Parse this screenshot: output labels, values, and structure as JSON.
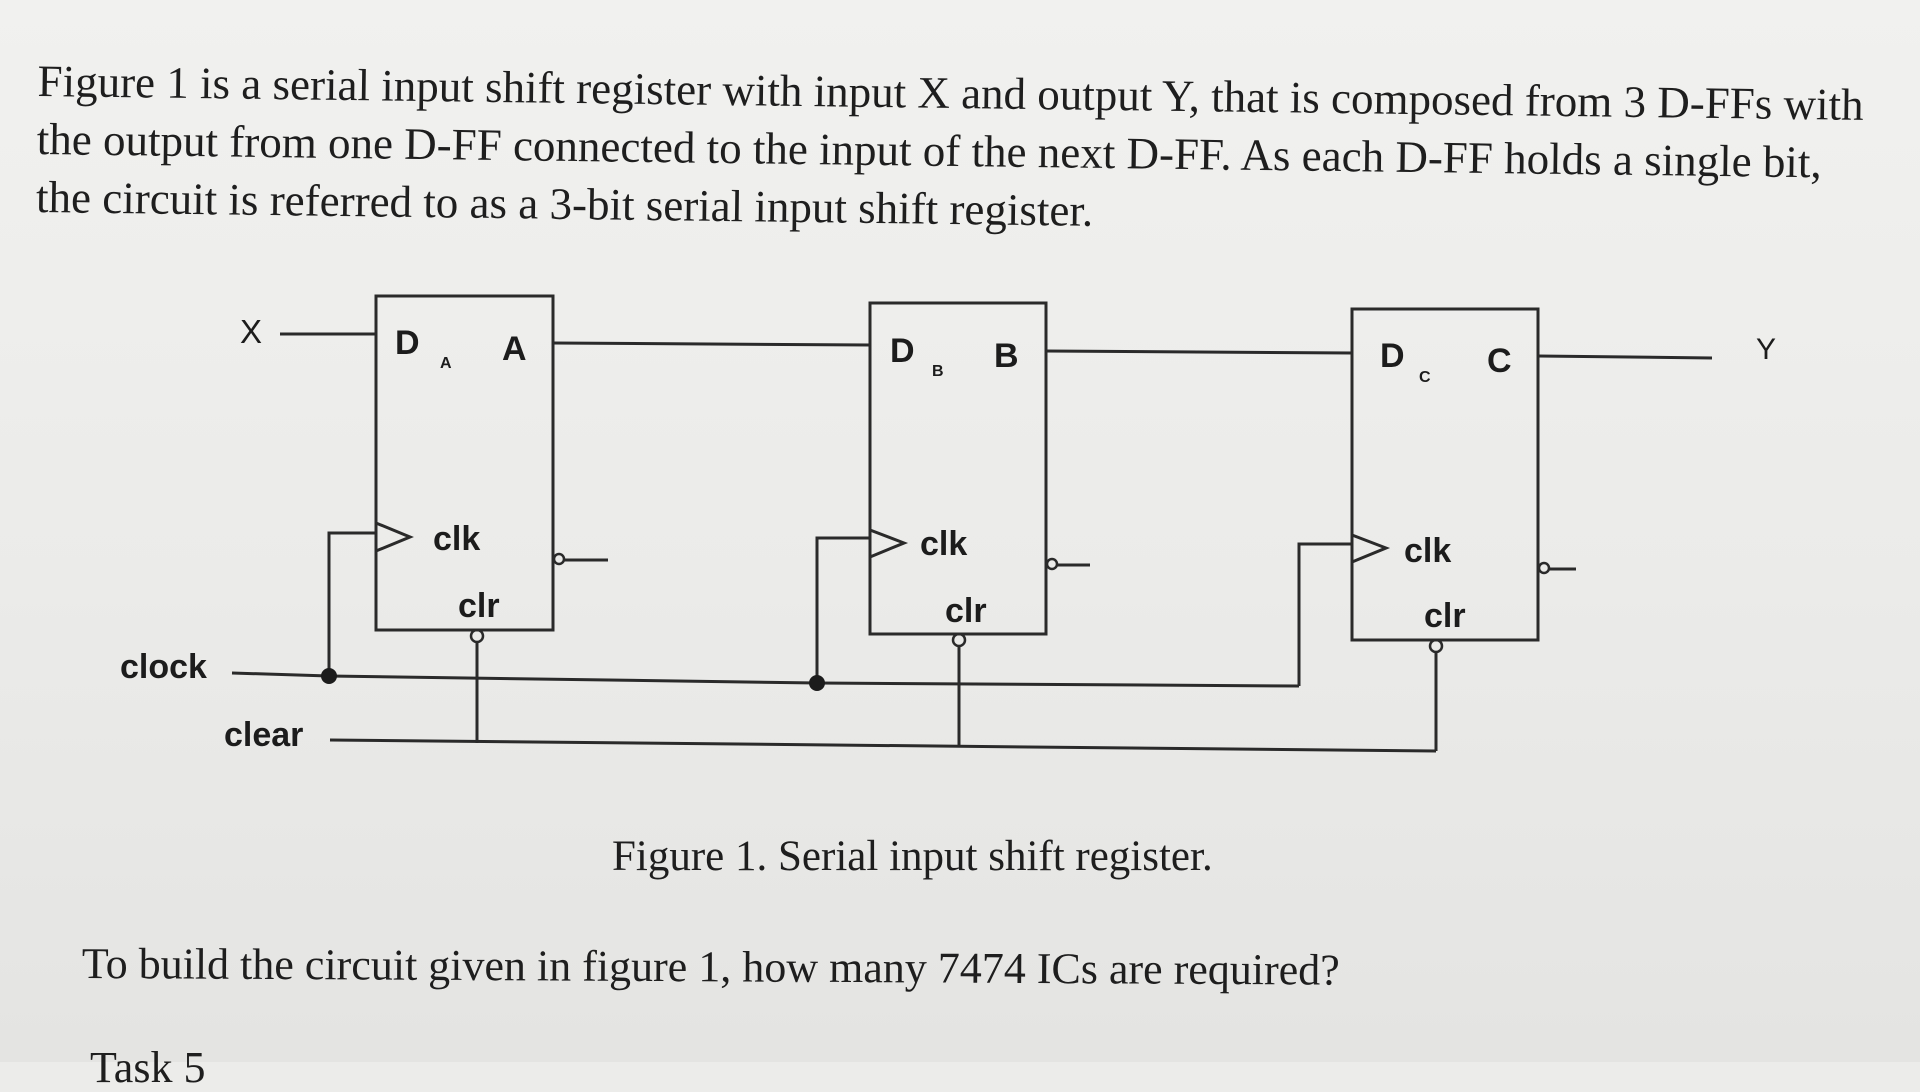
{
  "intro_text": "Figure 1 is a serial input shift register with input X and output Y, that is composed from 3 D-FFs with the output from one D-FF connected to the input of the next D-FF. As each D-FF holds a single bit, the circuit is referred to as a 3-bit serial input shift register.",
  "diagram": {
    "input_label": "X",
    "output_label": "Y",
    "clock_label": "clock",
    "clear_label": "clear",
    "flipflops": [
      {
        "d": "D",
        "sub": "A",
        "q": "A",
        "clk": "clk",
        "clr": "clr"
      },
      {
        "d": "D",
        "sub": "B",
        "q": "B",
        "clk": "clk",
        "clr": "clr"
      },
      {
        "d": "D",
        "sub": "C",
        "q": "C",
        "clk": "clk",
        "clr": "clr"
      }
    ]
  },
  "caption": "Figure 1. Serial input shift register.",
  "question": "To build the circuit given in figure 1, how many 7474 ICs are required?",
  "cutoff_text": "Task 5"
}
